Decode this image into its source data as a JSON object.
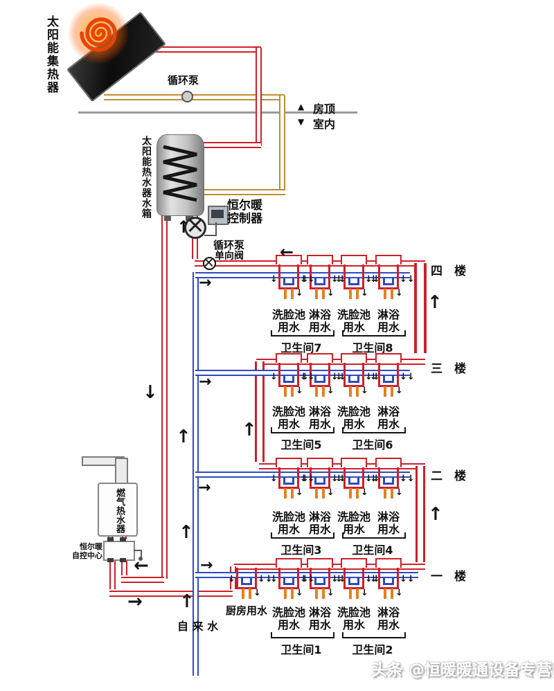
{
  "diagram": {
    "collector_label": "太阳能集热器",
    "pump_top_label": "循环泵",
    "roof_label": "房顶",
    "indoor_label": "室内",
    "roof_marker": "▲",
    "indoor_marker": "▼",
    "tank_label": "太阳能热水器水箱",
    "controller_label_line1": "恒尔暖",
    "controller_label_line2": "控制器",
    "pump_label": "循环泵",
    "check_valve_label": "单向阀",
    "heater_label": "燃气热水器",
    "control_center_line1": "恒尔暖",
    "control_center_line2": "自控中心",
    "tap_water_label": "自 来 水",
    "watermark": "头条 @恒暖暖通设备专营店"
  },
  "colors": {
    "hot": "#cd2028",
    "cold": "#2c4ac0",
    "solar_return": "#bf8d2f",
    "fixture_stub": "#e6801f",
    "roof_line": "#9a9a9a"
  },
  "fixture_labels": {
    "basin_line1": "洗脸池",
    "shower_line1": "淋浴",
    "line2": "用水"
  },
  "floors": [
    {
      "name": "四　楼",
      "bathrooms": [
        {
          "label": "卫生间7",
          "fixtures": [
            "basin",
            "shower"
          ]
        },
        {
          "label": "卫生间8",
          "fixtures": [
            "basin",
            "shower"
          ]
        }
      ]
    },
    {
      "name": "三　楼",
      "bathrooms": [
        {
          "label": "卫生间5",
          "fixtures": [
            "basin",
            "shower"
          ]
        },
        {
          "label": "卫生间6",
          "fixtures": [
            "basin",
            "shower"
          ]
        }
      ]
    },
    {
      "name": "二　楼",
      "bathrooms": [
        {
          "label": "卫生间3",
          "fixtures": [
            "basin",
            "shower"
          ]
        },
        {
          "label": "卫生间4",
          "fixtures": [
            "basin",
            "shower"
          ]
        }
      ]
    },
    {
      "name": "一　楼",
      "kitchen_label": "厨房用水",
      "bathrooms": [
        {
          "label": "卫生间1",
          "fixtures": [
            "basin",
            "shower"
          ]
        },
        {
          "label": "卫生间2",
          "fixtures": [
            "basin",
            "shower"
          ]
        }
      ]
    }
  ]
}
